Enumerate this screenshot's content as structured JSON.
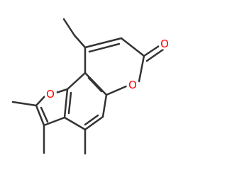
{
  "colors": {
    "background": "#ffffff",
    "bond": "#333333",
    "oxygen": "#ff0000"
  },
  "atoms": {
    "furan_oxygen": "O",
    "lactone_ring_oxygen": "O",
    "carbonyl_oxygen": "O"
  }
}
